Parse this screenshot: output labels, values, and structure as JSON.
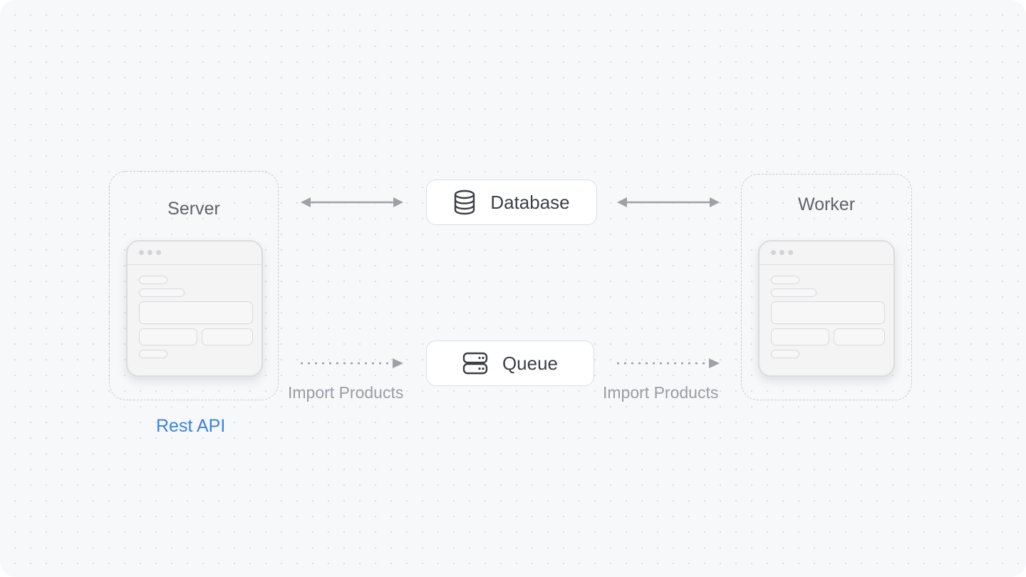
{
  "server": {
    "title": "Server",
    "subtitle": "Rest API"
  },
  "worker": {
    "title": "Worker"
  },
  "database": {
    "label": "Database",
    "icon": "database-icon"
  },
  "queue": {
    "label": "Queue",
    "icon": "server-stack-icon"
  },
  "edges": [
    {
      "from": "server",
      "to": "database",
      "style": "solid",
      "direction": "bidirectional",
      "label": ""
    },
    {
      "from": "database",
      "to": "worker",
      "style": "solid",
      "direction": "bidirectional",
      "label": ""
    },
    {
      "from": "server",
      "to": "queue",
      "style": "dotted",
      "direction": "forward",
      "label": "Import Products"
    },
    {
      "from": "queue",
      "to": "worker",
      "style": "dotted",
      "direction": "forward",
      "label": "Import Products"
    }
  ],
  "colors": {
    "background": "#f7f8fa",
    "accent": "#3b82e0",
    "arrow": "#9fa1a6",
    "text": "#3c3f44",
    "muted_text": "#9a9da3"
  }
}
